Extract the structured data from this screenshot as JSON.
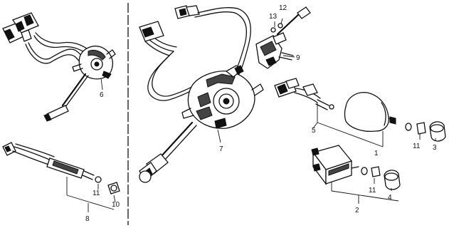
{
  "callouts": {
    "c1": "1",
    "c2": "2",
    "c3": "3",
    "c4": "4",
    "c5": "5",
    "c6": "6",
    "c7": "7",
    "c8": "8",
    "c9": "9",
    "c10": "10",
    "c11a": "11",
    "c11b": "11",
    "c11c": "11",
    "c12": "12",
    "c13": "13"
  },
  "colors": {
    "ink": "#111111",
    "background": "#ffffff"
  }
}
